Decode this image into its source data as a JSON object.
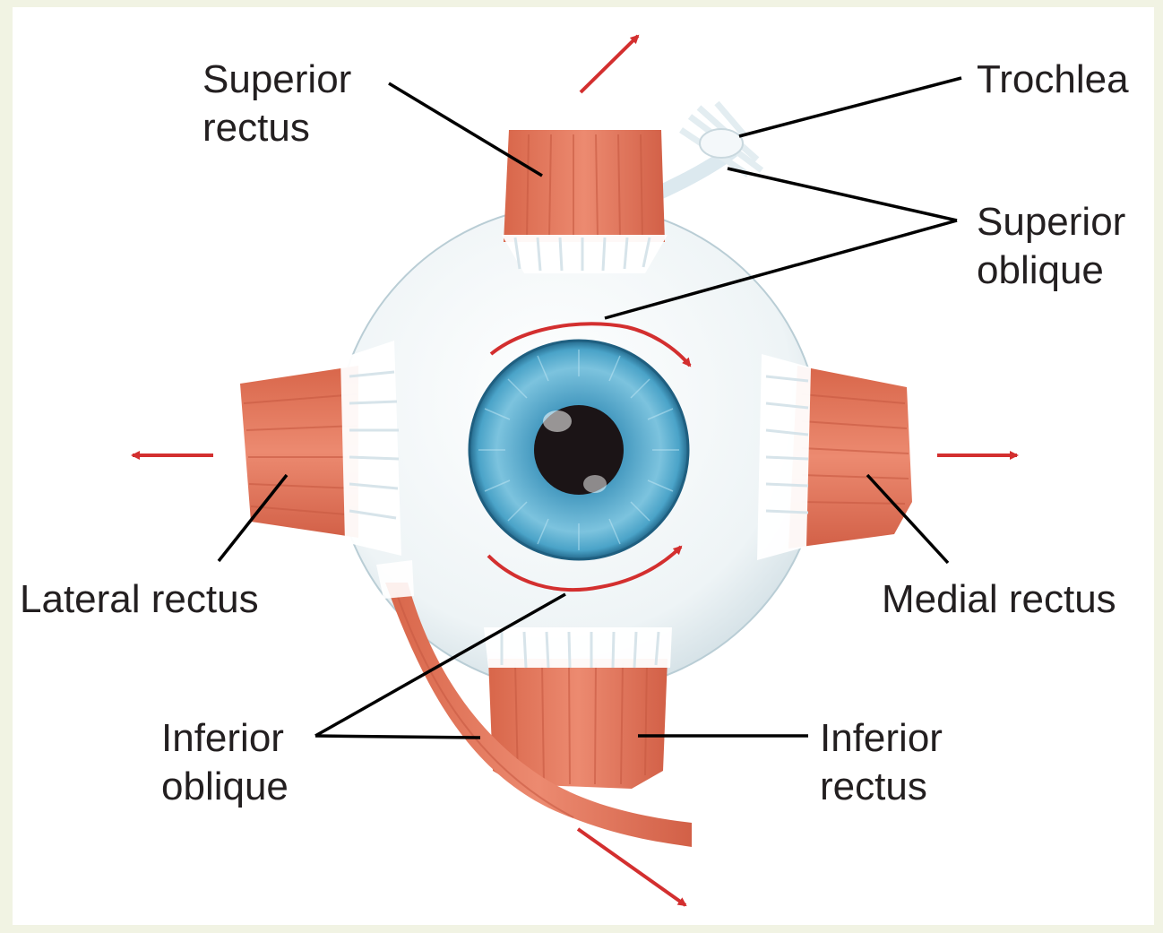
{
  "labels": {
    "superior_rectus": [
      "Superior",
      "rectus"
    ],
    "trochlea": "Trochlea",
    "superior_oblique": [
      "Superior",
      "oblique"
    ],
    "lateral_rectus": "Lateral rectus",
    "medial_rectus": "Medial rectus",
    "inferior_oblique": [
      "Inferior",
      "oblique"
    ],
    "inferior_rectus": [
      "Inferior",
      "rectus"
    ]
  },
  "colors": {
    "muscle": "#e07a5f",
    "muscle_dark": "#c95f45",
    "arrow": "#d32f2f",
    "sclera": "#eef3f5",
    "iris": "#4aa3c8",
    "pupil": "#1b1416",
    "leader": "#000000",
    "background": "#f1f3e3"
  }
}
